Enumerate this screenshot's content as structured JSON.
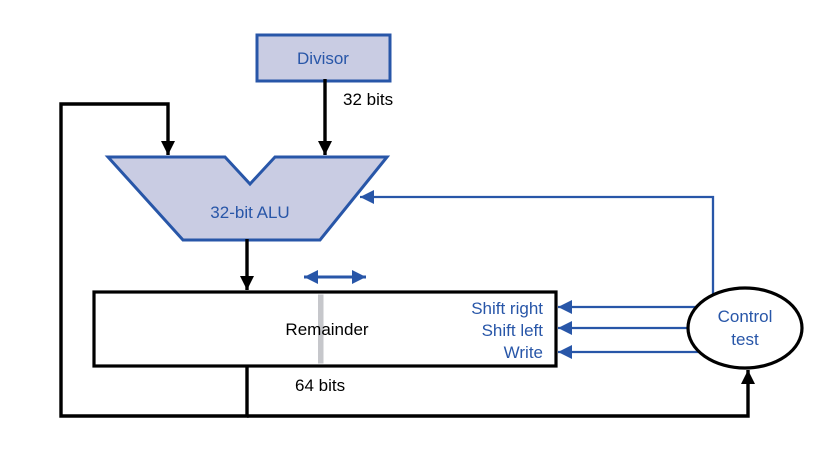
{
  "diagram": {
    "type": "block-diagram",
    "subject": "division hardware datapath",
    "nodes": {
      "divisor": {
        "label": "Divisor",
        "width_label": "32 bits"
      },
      "alu": {
        "label": "32-bit ALU"
      },
      "remainder": {
        "label": "Remainder",
        "width_label": "64 bits"
      },
      "control": {
        "label_line1": "Control",
        "label_line2": "test"
      }
    },
    "signals": {
      "shift_right": "Shift right",
      "shift_left": "Shift left",
      "write": "Write"
    },
    "connections": [
      "Divisor -> ALU (32 bits, down arrow)",
      "Remainder feedback loop -> ALU left input (black, via left side)",
      "ALU -> Remainder (down arrow)",
      "Remainder <-> (blue double-headed shift arrow)",
      "Control test -> ALU (blue line, arrow into right slant)",
      "Control test -> Remainder: Shift right, Shift left, Write (3 blue arrows)",
      "Remainder bottom -> Control test (black, via bottom)"
    ],
    "colors": {
      "accent_blue": "#2856a8",
      "unit_fill_lavender": "#c9cce3",
      "line_black": "#000000",
      "divider_gray": "#c6c7cb",
      "background": "#ffffff"
    }
  }
}
